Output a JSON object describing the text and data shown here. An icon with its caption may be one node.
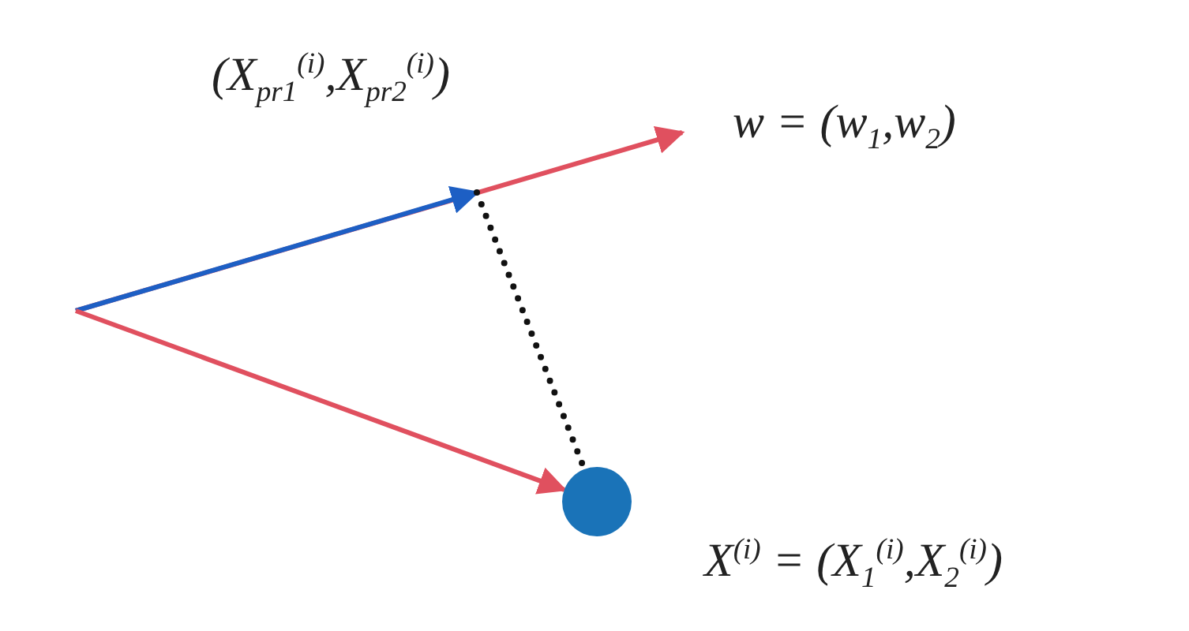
{
  "diagram": {
    "nodes": [
      {
        "text": [
          "(X$_{pr1}$$^{(i)}$,X$_{pr2}$$^{(i)}$)"
        ]
      },
      {
        "text": [
          "w = (w$_{1}$,w$_{2}$)"
        ]
      },
      {
        "text": [],
        "shape": "circle",
        "beside": [
          "X$^{(i)}$ = (X$_{1}$$^{(i)}$,X$_{2}$$^{(i)}$)"
        ]
      }
    ],
    "edges": [
      {
        "from": null,
        "to": 1,
        "arrow": "to"
      },
      {
        "from": null,
        "to": 0,
        "arrow": "to",
        "color": "#1d5fc4"
      },
      {
        "from": null,
        "to": 2,
        "arrow": "to"
      },
      {
        "from": 0,
        "to": 2,
        "arrow": "none",
        "style": "dashed",
        "color": "#111111"
      }
    ]
  }
}
